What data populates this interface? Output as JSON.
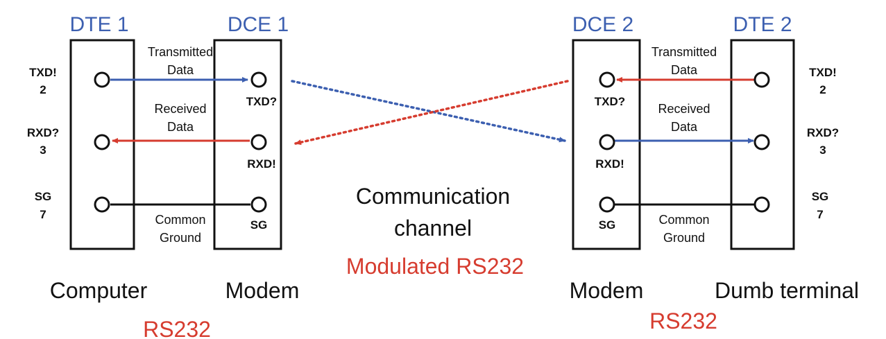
{
  "colors": {
    "blue": "#3c5fb0",
    "red": "#d63c2f",
    "black": "#111111"
  },
  "left": {
    "dte_title": "DTE 1",
    "dce_title": "DCE 1",
    "pins_outer": [
      {
        "line1": "TXD!",
        "line2": "2"
      },
      {
        "line1": "RXD?",
        "line2": "3"
      },
      {
        "line1": "SG",
        "line2": "7"
      }
    ],
    "pins_modem": [
      "TXD?",
      "RXD!",
      "SG"
    ],
    "wire_labels": [
      {
        "line1": "Transmitted",
        "line2": "Data"
      },
      {
        "line1": "Received",
        "line2": "Data"
      },
      {
        "line1": "Common",
        "line2": "Ground"
      }
    ],
    "device_dte": "Computer",
    "device_dce": "Modem",
    "standard": "RS232"
  },
  "right": {
    "dce_title": "DCE 2",
    "dte_title": "DTE 2",
    "pins_outer": [
      {
        "line1": "TXD!",
        "line2": "2"
      },
      {
        "line1": "RXD?",
        "line2": "3"
      },
      {
        "line1": "SG",
        "line2": "7"
      }
    ],
    "pins_modem": [
      "TXD?",
      "RXD!",
      "SG"
    ],
    "wire_labels": [
      {
        "line1": "Transmitted",
        "line2": "Data"
      },
      {
        "line1": "Received",
        "line2": "Data"
      },
      {
        "line1": "Common",
        "line2": "Ground"
      }
    ],
    "device_dce": "Modem",
    "device_dte": "Dumb terminal",
    "standard": "RS232"
  },
  "channel": {
    "line1": "Communication",
    "line2": "channel",
    "modulation": "Modulated RS232"
  }
}
